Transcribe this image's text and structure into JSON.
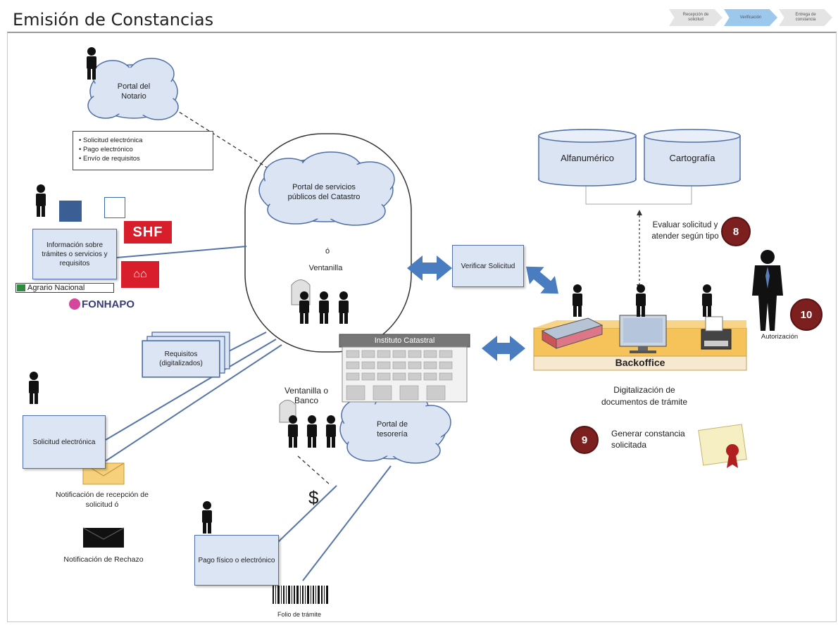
{
  "header": {
    "title": "Emisión de Constancias",
    "steps": [
      "Recepción de solicitud",
      "Verificación",
      "Entrega de constancia"
    ]
  },
  "notario": {
    "portal_label": "Portal del Notario",
    "services": [
      "Solicitud electrónica",
      "Pago electrónico",
      "Envío de requisitos"
    ]
  },
  "central": {
    "portal_label": "Portal de servicios públicos del Catastro",
    "or_label": "ó",
    "ventanilla_label": "Ventanilla"
  },
  "info_box": "Información sobre trámites o servicios y requisitos",
  "logos": {
    "shf": "SHF",
    "agrario": "Agrario Nacional",
    "fonhapo": "FONHAPO"
  },
  "requisitos_box": "Requisitos (digitalizados)",
  "solicitud_box": "Solicitud electrónica",
  "notif_recepcion": "Notificación de recepción de solicitud ó",
  "notif_rechazo": "Notificación de Rechazo",
  "verificar_box": "Verificar Solicitud",
  "instituto_label": "Instituto Catastral",
  "ventanilla_banco": "Ventanilla o Banco",
  "tesoreria_label": "Portal de tesorería",
  "dollar": "$",
  "pago_box": "Pago físico o electrónico",
  "folio_label": "Folio de trámite",
  "databases": [
    "Alfanumérico",
    "Cartografía"
  ],
  "evaluar_text": "Evaluar solicitud y atender según tipo",
  "backoffice_label": "Backoffice",
  "digitalizacion_text": "Digitalización de documentos de trámite",
  "generar_text": "Generar constancia solicitada",
  "autorizacion_label": "Autorización",
  "badges": {
    "b8": "8",
    "b9": "9",
    "b10": "10"
  },
  "colors": {
    "box_fill": "#dbe5f4",
    "box_border": "#4f6fa6",
    "cloud_fill": "#dae4f3",
    "arrow": "#4a7dc0",
    "badge": "#7b1f1f",
    "backoffice": "#f6c35a"
  }
}
